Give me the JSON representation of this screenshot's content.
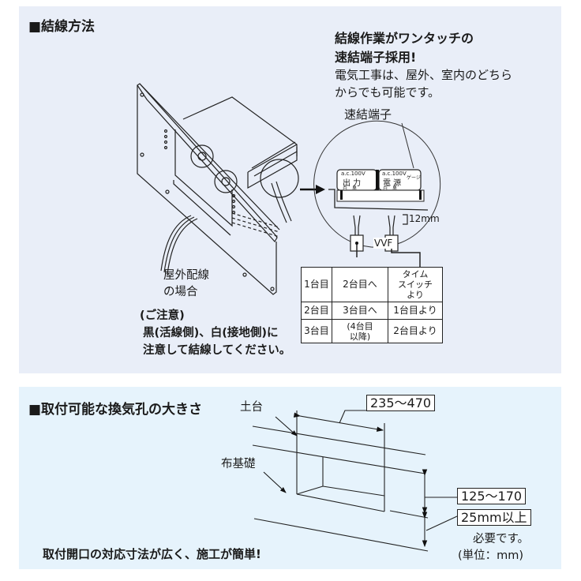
{
  "wiring": {
    "heading": "■結線方法",
    "headline_1": "結線作業がワンタッチの",
    "headline_2": "速結端子採用!",
    "note_1": "電気工事は、屋外、室内のどちら",
    "note_2": "からでも可能です。",
    "terminal_label": "速結端子",
    "terminal_panel": {
      "left_voltage": "a.c.100V",
      "left_name": "出 力",
      "left_colors": "白　黒",
      "right_voltage": "a.c.100V",
      "right_name": "電 源",
      "right_colors": "白　黒",
      "gauge": "ゲージ"
    },
    "strip_length": "12mm",
    "cable": "VVF",
    "outdoor_1": "屋外配線",
    "outdoor_2": "の場合",
    "caution_title": "(ご注意)",
    "caution_1": "黒(活線側)、白(接地側)に",
    "caution_2": "注意して結線してください。",
    "table": [
      [
        "1台目",
        "2台目へ",
        "タイム\nスイッチ\nより"
      ],
      [
        "2台目",
        "3台目へ",
        "1台目より"
      ],
      [
        "3台目",
        "(4台目\n以降)",
        "2台目より"
      ]
    ]
  },
  "hole": {
    "heading": "■取付可能な換気孔の大きさ",
    "sill_label": "土台",
    "foundation_label": "布基礎",
    "width_range": "235〜470",
    "height_range": "125〜170",
    "clearance": "25mm以上",
    "clearance_note": "必要です。",
    "unit_note": "(単位：mm)",
    "footer": "取付開口の対応寸法が広く、施工が簡単!"
  },
  "colors": {
    "panel_top_bg": "#e9eef8",
    "panel_bottom_bg": "#e6f3fc",
    "ink": "#1a1a1a"
  }
}
